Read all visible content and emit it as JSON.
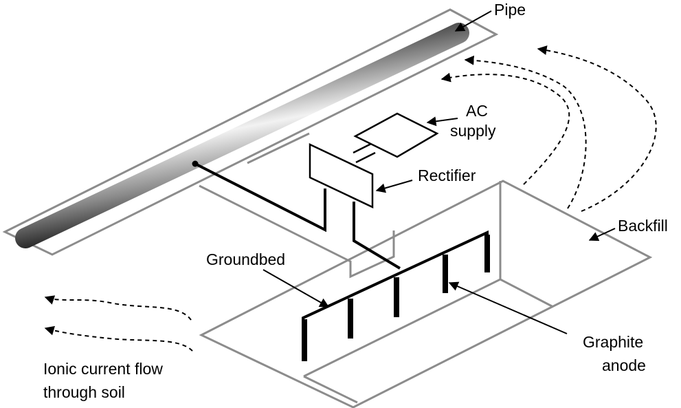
{
  "labels": {
    "pipe": "Pipe",
    "ac_supply_line1": "AC",
    "ac_supply_line2": "supply",
    "rectifier": "Rectifier",
    "backfill": "Backfill",
    "groundbed": "Groundbed",
    "graphite_anode_line1": "Graphite",
    "graphite_anode_line2": "anode",
    "ionic_flow_line1": "Ionic current flow",
    "ionic_flow_line2": "through soil"
  },
  "colors": {
    "outline": "#8c8c8c",
    "ink": "#000000",
    "pipe_dark": "#1a1a1a",
    "pipe_light": "#f2f2f2"
  }
}
